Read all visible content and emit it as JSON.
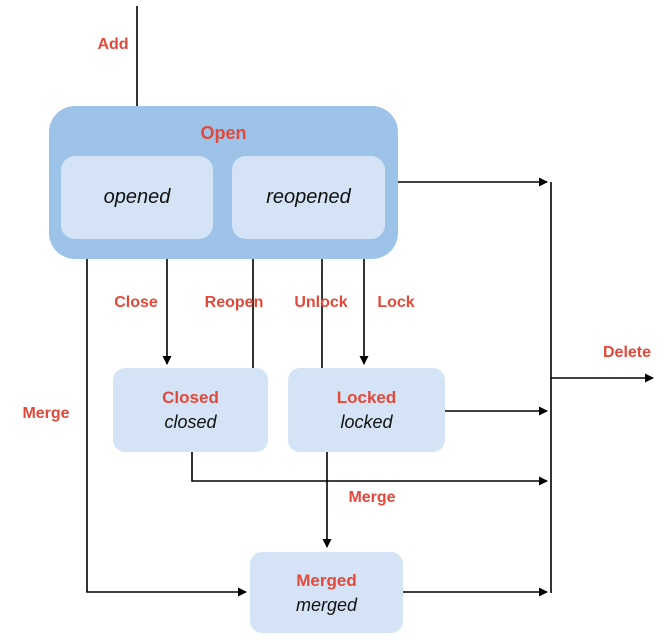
{
  "diagram": {
    "type": "state-diagram",
    "colors": {
      "container_fill": "#9dc3e8",
      "state_fill": "#d4e4f6",
      "label_red": "#e2493a",
      "arrow_black": "#000000",
      "background": "#ffffff"
    },
    "states": {
      "open": {
        "label": "Open"
      },
      "opened": {
        "label": "opened"
      },
      "reopened": {
        "label": "reopened"
      },
      "closed": {
        "name": "Closed",
        "value": "closed"
      },
      "locked": {
        "name": "Locked",
        "value": "locked"
      },
      "merged": {
        "name": "Merged",
        "value": "merged"
      }
    },
    "transitions": {
      "add": "Add",
      "close": "Close",
      "reopen": "Reopen",
      "unlock": "Unlock",
      "lock": "Lock",
      "merge_from_open": "Merge",
      "merge_from_locked": "Merge",
      "delete": "Delete"
    }
  }
}
